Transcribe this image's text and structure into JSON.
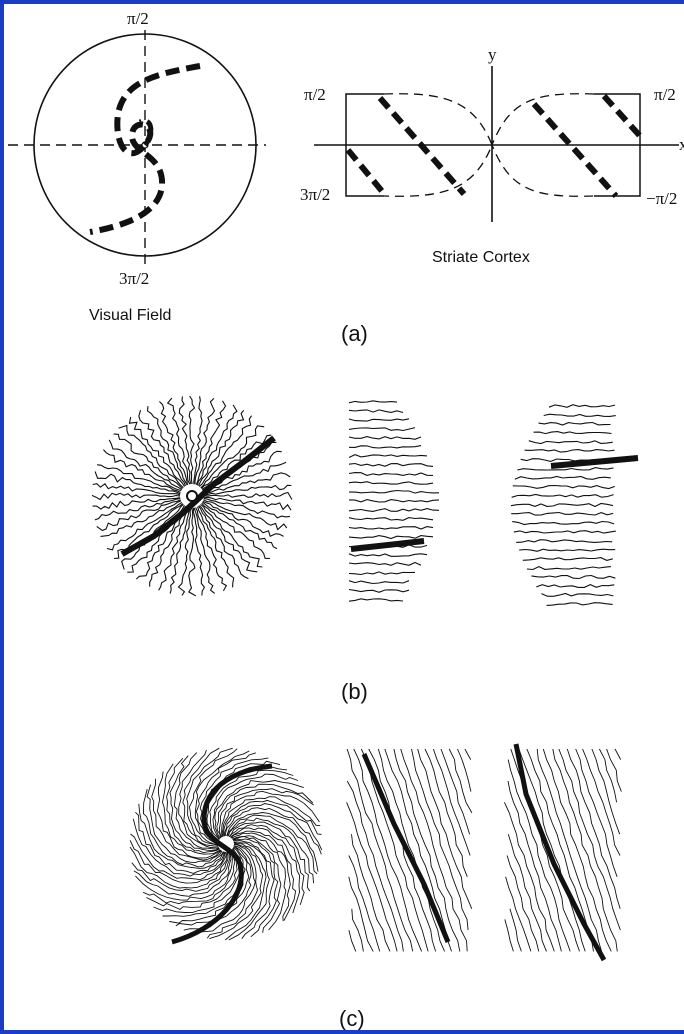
{
  "frame_color": "#1a3cc7",
  "panel_a": {
    "visual_field": {
      "top_label": "π/2",
      "bottom_label": "3π/2",
      "caption": "Visual Field"
    },
    "striate_cortex": {
      "y_axis_label": "y",
      "x_axis_label": "x",
      "left_top_label": "π/2",
      "left_bottom_label": "3π/2",
      "right_top_label": "π/2",
      "right_bottom_label": "−π/2",
      "caption": "Striate Cortex"
    },
    "panel_label": "(a)"
  },
  "panel_b": {
    "panel_label": "(b)"
  },
  "panel_c": {
    "panel_label": "(c)"
  }
}
